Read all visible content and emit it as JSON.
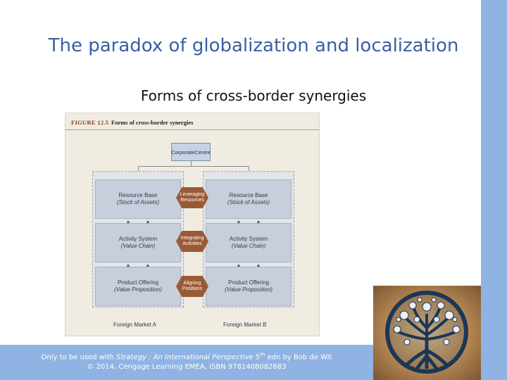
{
  "slide": {
    "title": "The paradox of globalization and localization",
    "subtitle": "Forms of cross-border synergies"
  },
  "figure": {
    "number": "FIGURE 12.5",
    "caption": "Forms of cross-border synergies",
    "centre": {
      "line1": "Corporate",
      "line2": "Centre"
    },
    "left_boxes": [
      {
        "label": "Resource Base",
        "sub": "(Stock of Assets)"
      },
      {
        "label": "Activity System",
        "sub": "(Value Chain)"
      },
      {
        "label": "Product Offering",
        "sub": "(Value Proposition)"
      }
    ],
    "right_boxes": [
      {
        "label": "Resource Base",
        "sub": "(Stock of Assets)"
      },
      {
        "label": "Activity System",
        "sub": "(Value Chain)"
      },
      {
        "label": "Product Offering",
        "sub": "(Value Proposition)"
      }
    ],
    "arrows": [
      {
        "line1": "Leveraging",
        "line2": "Resources"
      },
      {
        "line1": "Integrating",
        "line2": "Activities"
      },
      {
        "line1": "Aligning",
        "line2": "Positions"
      }
    ],
    "market_a": "Foreign Market A",
    "market_b": "Foreign Market B"
  },
  "footer": {
    "prefix": "Only to be used with ",
    "book": "Strategy : An International Perspective",
    "edition_num": " 5",
    "edition_sup": "th",
    "suffix": " edn by Bob de Wit",
    "line2": "© 2014, Cengage Learning EMEA, ISBN 9781408082683"
  },
  "colors": {
    "accent_blue": "#8fb3e3",
    "title_blue": "#3b5fa0",
    "arrow_brown": "#9a5a35"
  }
}
